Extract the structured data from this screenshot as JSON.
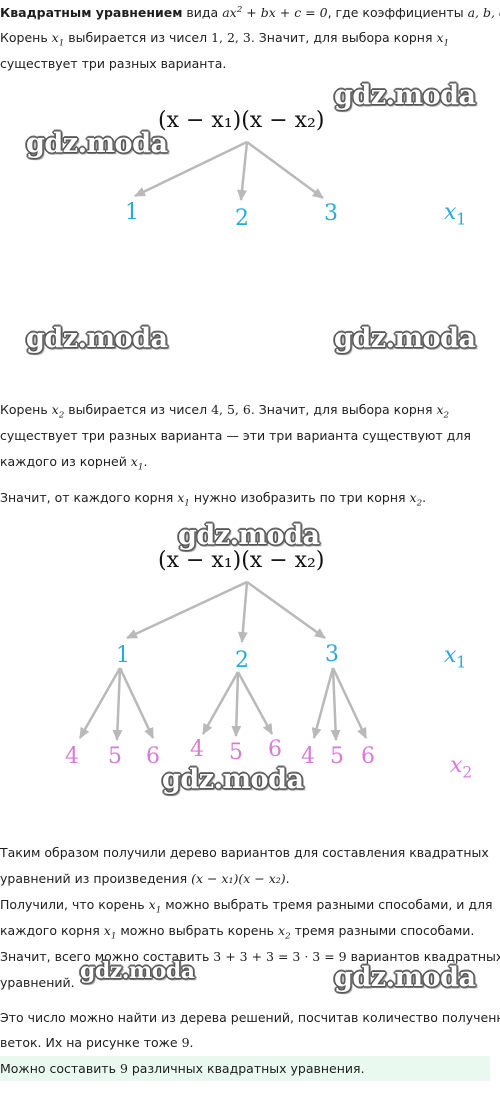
{
  "para1": {
    "lead_bold": "Квадратным уравнением",
    "lead_rest": " вида ",
    "formula_a": "ax",
    "formula_pow": "2",
    "formula_b": " + bx + c = 0",
    "after_formula": ", где коэффициенты ",
    "coef_list": "a,  b,  c",
    "line2_start": "Корень ",
    "line2_x": "x",
    "line2_sub": "1",
    "line2_mid": " выбирается из чисел ",
    "line2_nums": "1,  2,  3.",
    "line2_end": " Значит, для выбора корня ",
    "line2_x2": "x",
    "line2_sub2": "1",
    "line3": "существует три разных варианта."
  },
  "tree1": {
    "product": "(x − x₁)(x − x₂)",
    "nodes": [
      "1",
      "2",
      "3"
    ],
    "level_label_x": "x",
    "level_label_sub": "1"
  },
  "para2": {
    "l1_start": "Корень ",
    "l1_x": "x",
    "l1_sub": "2",
    "l1_mid": " выбирается из чисел ",
    "l1_nums": "4,  5,  6.",
    "l1_end": " Значит, для выбора корня ",
    "l1_x2": "x",
    "l1_sub2": "2",
    "l2": "существует три разных варианта — эти три варианта существуют для",
    "l3_start": "каждого из корней ",
    "l3_x": "x",
    "l3_sub": "1",
    "l3_end": "."
  },
  "para3": {
    "start": "Значит, от каждого корня ",
    "x": "x",
    "sub": "1",
    "mid": " нужно изобразить по три корня ",
    "x2": "x",
    "sub2": "2",
    "end": "."
  },
  "tree2": {
    "product": "(x − x₁)(x − x₂)",
    "level1": [
      "1",
      "2",
      "3"
    ],
    "level2": [
      "4",
      "5",
      "6",
      "4",
      "5",
      "6",
      "4",
      "5",
      "6"
    ],
    "label1_x": "x",
    "label1_sub": "1",
    "label2_x": "x",
    "label2_sub": "2"
  },
  "para4": {
    "l1": "Таким образом получили дерево вариантов для составления квадратных",
    "l2_start": "уравнений из произведения ",
    "l2_formula": "(x − x₁)(x − x₂)",
    "l2_end": ".",
    "l3_start": "Получили, что корень ",
    "l3_x": "x",
    "l3_sub": "1",
    "l3_end": " можно выбрать тремя разными способами, и для",
    "l4_start": "каждого корня ",
    "l4_x": "x",
    "l4_sub": "1",
    "l4_mid": " можно выбрать корень ",
    "l4_x2": "x",
    "l4_sub2": "2",
    "l4_end": " тремя разными способами.",
    "l5_start": "Значит, всего можно составить ",
    "l5_formula": "3 + 3 + 3 = 3 · 3 = 9",
    "l5_end": " вариантов квадратных",
    "l6": "уравнений."
  },
  "para5": {
    "l1": "Это число можно найти из дерева решений, посчитав количество полученных",
    "l2_start": "веток. Их на рисунке тоже ",
    "l2_num": "9",
    "l2_end": "."
  },
  "answer": {
    "start": "Можно составить ",
    "num": "9",
    "end": " различных квадратных уравнения."
  },
  "watermark": "gdz.moda",
  "colors": {
    "level1": "#29a8dc",
    "level2": "#d97ad9",
    "arrow": "#b9b9b9",
    "answer_bg": "#e9f9ef"
  }
}
